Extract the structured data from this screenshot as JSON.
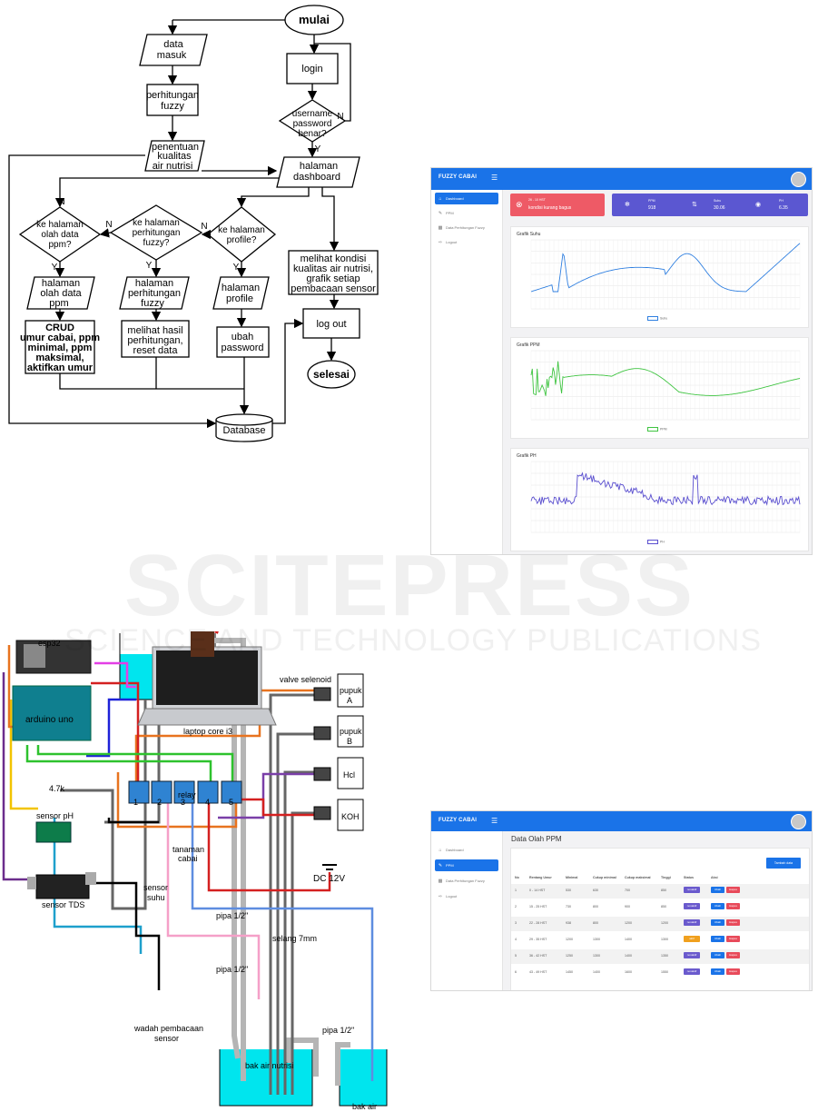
{
  "flowchart": {
    "start": "mulai",
    "input_data": [
      "data",
      "masuk"
    ],
    "fuzzy_calc": [
      "perhitungan",
      "fuzzy"
    ],
    "determination": [
      "penentuan",
      "kualitas",
      "air nutrisi"
    ],
    "login": "login",
    "decision_login": [
      "username",
      "password",
      "benar?"
    ],
    "dashboard": [
      "halaman",
      "dashboard"
    ],
    "decision_ppm": [
      "ke halaman",
      "olah data",
      "ppm?"
    ],
    "decision_fuzzy": [
      "ke halaman",
      "perhitungan",
      "fuzzy?"
    ],
    "decision_profile": [
      "ke halaman",
      "profile?"
    ],
    "page_ppm": [
      "halaman",
      "olah data",
      "ppm"
    ],
    "page_fuzzy": [
      "halaman",
      "perhitungan",
      "fuzzy"
    ],
    "page_profile": [
      "halaman",
      "profile"
    ],
    "crud": [
      "CRUD",
      "umur cabai, ppm",
      "minimal, ppm",
      "maksimal,",
      "aktifkan umur"
    ],
    "view_results": [
      "melihat hasil",
      "perhitungan,",
      "reset data"
    ],
    "change_password": [
      "ubah",
      "password"
    ],
    "view_conditions": [
      "melihat kondisi",
      "kualitas air nutrisi,",
      "grafik setiap",
      "pembacaan sensor"
    ],
    "logout": "log out",
    "end": "selesai",
    "database": "Database",
    "yes": "Y",
    "no": "N"
  },
  "dashboard_app": {
    "brand": "FUZZY CABAI",
    "menu": [
      "Dashboard",
      "PPM",
      "Data Perhitungan Fuzzy",
      "Logout"
    ],
    "alert_title": "26 - 10 HST",
    "alert_text": "kondisi kurang bagus",
    "stats": [
      {
        "label": "PPM",
        "value": "918"
      },
      {
        "label": "Suhu",
        "value": "30.06"
      },
      {
        "label": "PH",
        "value": "6.35"
      }
    ],
    "charts": [
      {
        "title": "Grafik Suhu",
        "legend": "Suhu",
        "color": "#2f7fe0"
      },
      {
        "title": "Grafik PPM",
        "legend": "PPM",
        "color": "#3fc441"
      },
      {
        "title": "Grafik PH",
        "legend": "PH",
        "color": "#5a4fcf"
      }
    ]
  },
  "ppm_app": {
    "brand": "FUZZY CABAI",
    "menu": [
      "Dashboard",
      "PPM",
      "Data Perhitungan Fuzzy",
      "Logout"
    ],
    "page_title": "Data Olah PPM",
    "add_button": "Tambah data",
    "columns": [
      "No",
      "Rentang Umur",
      "Minimal",
      "Cukup minimal",
      "Cukup maksimal",
      "Tinggi",
      "Status",
      "Aksi"
    ],
    "rows": [
      [
        "1",
        "0 - 14 HST",
        "530",
        "630",
        "700",
        "850",
        "nonaktif"
      ],
      [
        "2",
        "15 - 25 HST",
        "730",
        "800",
        "900",
        "850",
        "nonaktif"
      ],
      [
        "3",
        "22 - 28 HST",
        "938",
        "800",
        "1200",
        "1200",
        "nonaktif"
      ],
      [
        "4",
        "29 - 35 HST",
        "1200",
        "1300",
        "1400",
        "1300",
        "aktif"
      ],
      [
        "5",
        "36 - 42 HST",
        "1250",
        "1300",
        "1400",
        "1350",
        "nonaktif"
      ],
      [
        "6",
        "43 - 49 HST",
        "1450",
        "1400",
        "1600",
        "1550",
        "nonaktif"
      ]
    ],
    "edit_label": "Ubah",
    "delete_label": "Hapus"
  },
  "wiring": {
    "esp32": "esp32",
    "arduino": "arduino uno",
    "laptop": "laptop core i3",
    "valve": "valve selenoid",
    "pupuk_a": [
      "pupuk",
      "A"
    ],
    "pupuk_b": [
      "pupuk",
      "B"
    ],
    "hcl": "Hcl",
    "koh": "KOH",
    "resistor": "4.7k",
    "relay": "relay",
    "relay_nums": [
      "1",
      "2",
      "3",
      "4",
      "5"
    ],
    "sensor_ph": "sensor pH",
    "sensor_tds": "sensor TDS",
    "sensor_suhu": [
      "sensor",
      "suhu"
    ],
    "tanaman": [
      "tanaman",
      "cabai"
    ],
    "dc": "DC 12V",
    "selang": "selang 7mm",
    "pipa1": "pipa 1/2\"",
    "pipa2": "pipa 1/2\"",
    "pipa3": "pipa 1/2\"",
    "wadah": [
      "wadah pembacaan",
      "sensor"
    ],
    "bak_nutrisi": "bak air nutrisi",
    "bak_air": "bak air"
  },
  "watermark": {
    "line1": "SCITEPRESS",
    "line2": "SCIENCE AND TECHNOLOGY PUBLICATIONS"
  }
}
